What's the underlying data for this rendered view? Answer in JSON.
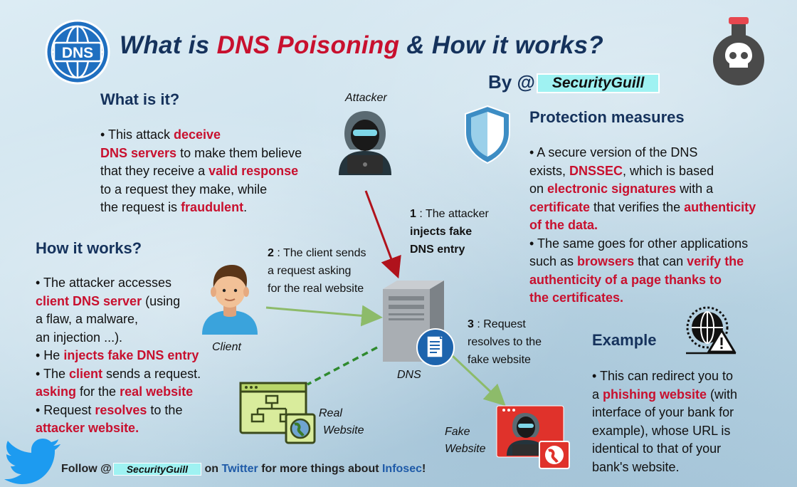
{
  "title": {
    "part1": "What is ",
    "part2": "DNS Poisoning",
    "part3": " & How it works?"
  },
  "byline": {
    "prefix": "By @",
    "handle": "SecurityGuill"
  },
  "dns_logo_text": "DNS",
  "what_is_it": {
    "heading": "What is it?",
    "lines": [
      [
        "• This attack ",
        "deceive"
      ],
      [
        "DNS servers",
        " to make them believe"
      ],
      [
        "that they receive a ",
        "valid response"
      ],
      [
        "to a request they make, while"
      ],
      [
        "the request is ",
        "fraudulent",
        "."
      ]
    ]
  },
  "how_it_works": {
    "heading": "How it works?",
    "lines": [
      [
        "• The attacker accesses"
      ],
      [
        "client DNS server",
        " (using"
      ],
      [
        " a flaw, a malware,"
      ],
      [
        "an injection ...)."
      ],
      [
        "• He ",
        "injects fake DNS entry"
      ],
      [
        "• The ",
        "client",
        " sends a request."
      ],
      [
        "asking",
        " for the ",
        "real website"
      ],
      [
        "• Request ",
        "resolves",
        " to the"
      ],
      [
        "attacker website."
      ]
    ]
  },
  "protection": {
    "heading": "Protection measures",
    "lines": [
      [
        "• A secure version of the DNS"
      ],
      [
        "exists, ",
        "DNSSEC",
        ", which is based"
      ],
      [
        "on ",
        "electronic signatures",
        " with a"
      ],
      [
        "certificate",
        " that verifies the ",
        "authenticity"
      ],
      [
        "of the data."
      ],
      [
        "• The same goes for other applications"
      ],
      [
        "such as ",
        "browsers",
        " that can ",
        "verify the"
      ],
      [
        "authenticity of a page thanks to"
      ],
      [
        "the certificates."
      ]
    ]
  },
  "example": {
    "heading": "Example",
    "lines": [
      [
        "• This can redirect you to"
      ],
      [
        "a ",
        "phishing website",
        " (with"
      ],
      [
        "interface of your bank for"
      ],
      [
        "example), whose URL is"
      ],
      [
        "identical to that of your"
      ],
      [
        "bank's website."
      ]
    ]
  },
  "diagram": {
    "attacker_label": "Attacker",
    "client_label": "Client",
    "dns_label": "DNS",
    "real_label_1": "Real",
    "real_label_2": "Website",
    "fake_label_1": "Fake",
    "fake_label_2": "Website",
    "step1": {
      "num": "1",
      "rest": " : The attacker",
      "line2": "injects fake",
      "line3": "DNS entry"
    },
    "step2": {
      "num": "2",
      "rest": " : The client sends",
      "line2": "a request asking",
      "line3": "for the real website"
    },
    "step3": {
      "num": "3",
      "rest": " : Request",
      "line2": "resolves to the",
      "line3": "fake website"
    }
  },
  "footer": {
    "follow": "Follow @",
    "handle": "SecurityGuill",
    "on": " on ",
    "twitter": "Twitter",
    "more": " for more things about ",
    "infosec": "Infosec",
    "bang": "!"
  },
  "colors": {
    "navy": "#15325c",
    "red": "#c8102e",
    "accent_blue": "#1e5aa8",
    "handle_bg": "#9ff2f2",
    "arrow_red": "#b0121c",
    "arrow_green": "#8dbb6a",
    "arrow_dash": "#2f8a2f"
  },
  "icons": [
    "dns-globe-icon",
    "poison-flask-skull-icon",
    "shield-icon",
    "attacker-hacker-icon",
    "client-person-icon",
    "dns-server-icon",
    "document-icon",
    "real-website-icon",
    "fake-website-icon",
    "globe-warning-icon",
    "twitter-bird-icon"
  ]
}
